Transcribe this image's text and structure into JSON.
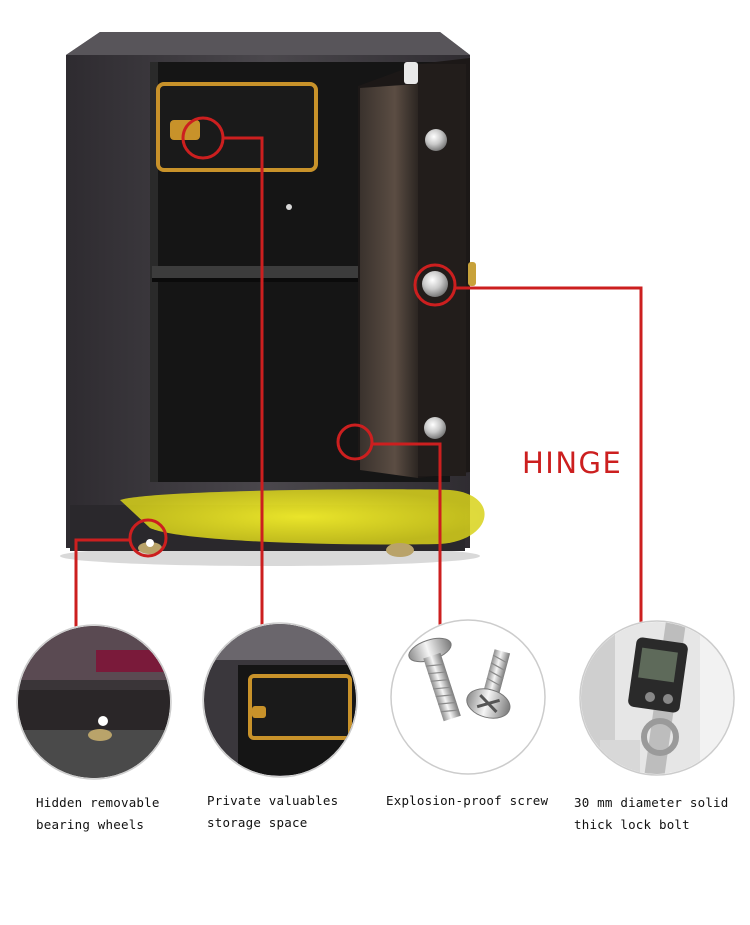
{
  "callouts": {
    "hinge": "HINGE",
    "accent_color": "#cc1f1f",
    "highlight_color": "#e8e21a"
  },
  "features": [
    {
      "line1": "Hidden removable",
      "line2": "bearing wheels"
    },
    {
      "line1": "Private valuables",
      "line2": "storage space"
    },
    {
      "line1": "Explosion-proof screw",
      "line2": ""
    },
    {
      "line1": "30 mm diameter solid",
      "line2": "thick lock bolt"
    }
  ],
  "colors": {
    "safe_body": "#3d3a3f",
    "safe_interior": "#141414",
    "door_inner": "#4a3f37",
    "drawer_trim": "#c8922a"
  },
  "icons": [
    "safe-image",
    "wheel-icon",
    "drawer-icon",
    "screw-icon",
    "caliper-icon"
  ]
}
